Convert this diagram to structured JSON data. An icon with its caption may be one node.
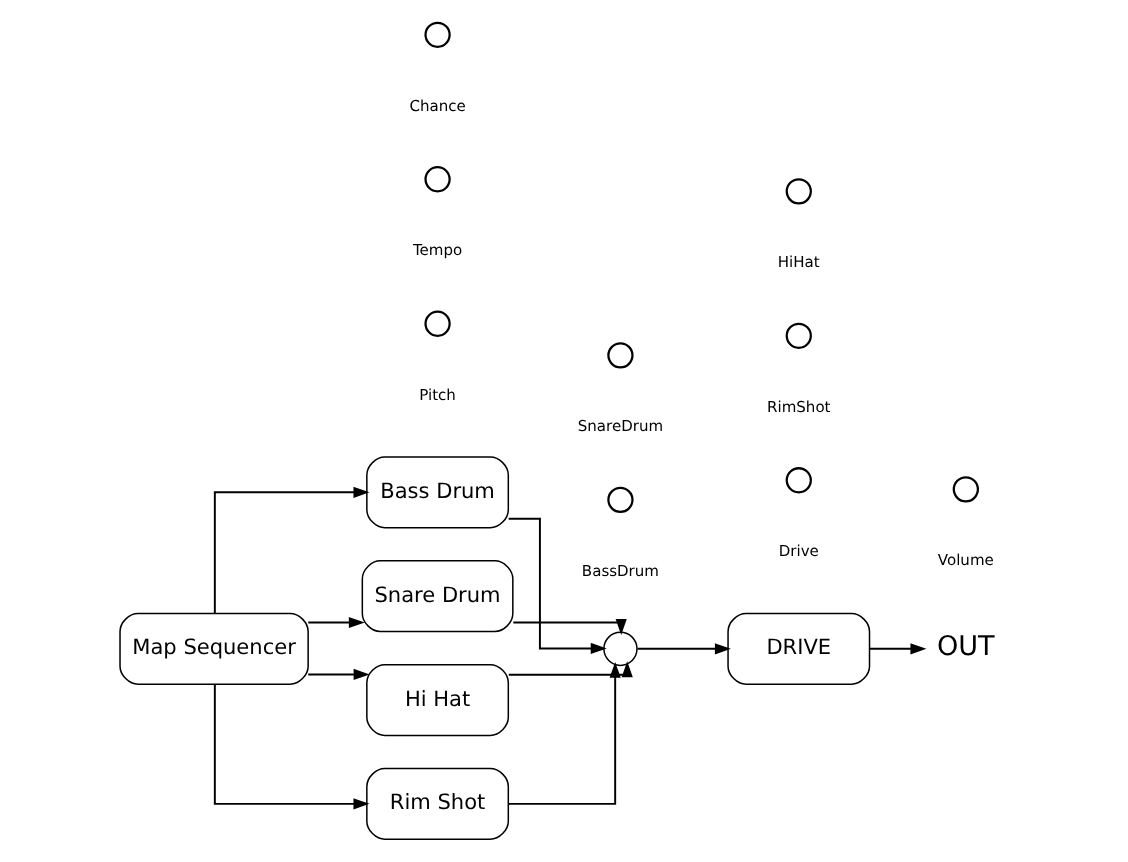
{
  "diagram": {
    "nodes": [
      {
        "text": [
          "Bass Drum"
        ]
      },
      {
        "text": [
          "Snare Drum"
        ]
      },
      {
        "text": [
          "Hi Hat"
        ]
      },
      {
        "text": [
          "Rim Shot"
        ]
      },
      {
        "text": [],
        "shape": "circle"
      },
      {
        "text": [
          "DRIVE"
        ]
      },
      {
        "text": [
          "OUT"
        ]
      },
      {
        "text": [
          "Map Sequencer"
        ]
      }
    ],
    "edges": [
      {
        "from": 7,
        "to": 0,
        "arrow": "to"
      },
      {
        "from": 7,
        "to": 1,
        "arrow": "to"
      },
      {
        "from": 7,
        "to": 2,
        "arrow": "to"
      },
      {
        "from": 7,
        "to": 3,
        "arrow": "to"
      },
      {
        "from": 0,
        "to": 4,
        "arrow": "to"
      },
      {
        "from": 1,
        "to": 4,
        "arrow": "to"
      },
      {
        "from": 2,
        "to": 4,
        "arrow": "to"
      },
      {
        "from": 3,
        "to": 4,
        "arrow": "to"
      },
      {
        "from": 4,
        "to": 5,
        "arrow": "to"
      },
      {
        "from": 5,
        "to": 6,
        "arrow": "to"
      }
    ],
    "labels": [
      "Pitch",
      "Drive",
      "Volume",
      "Tempo",
      "BassDrum",
      "RimShot",
      "Chance",
      "SnareDrum",
      "HiHat"
    ]
  }
}
